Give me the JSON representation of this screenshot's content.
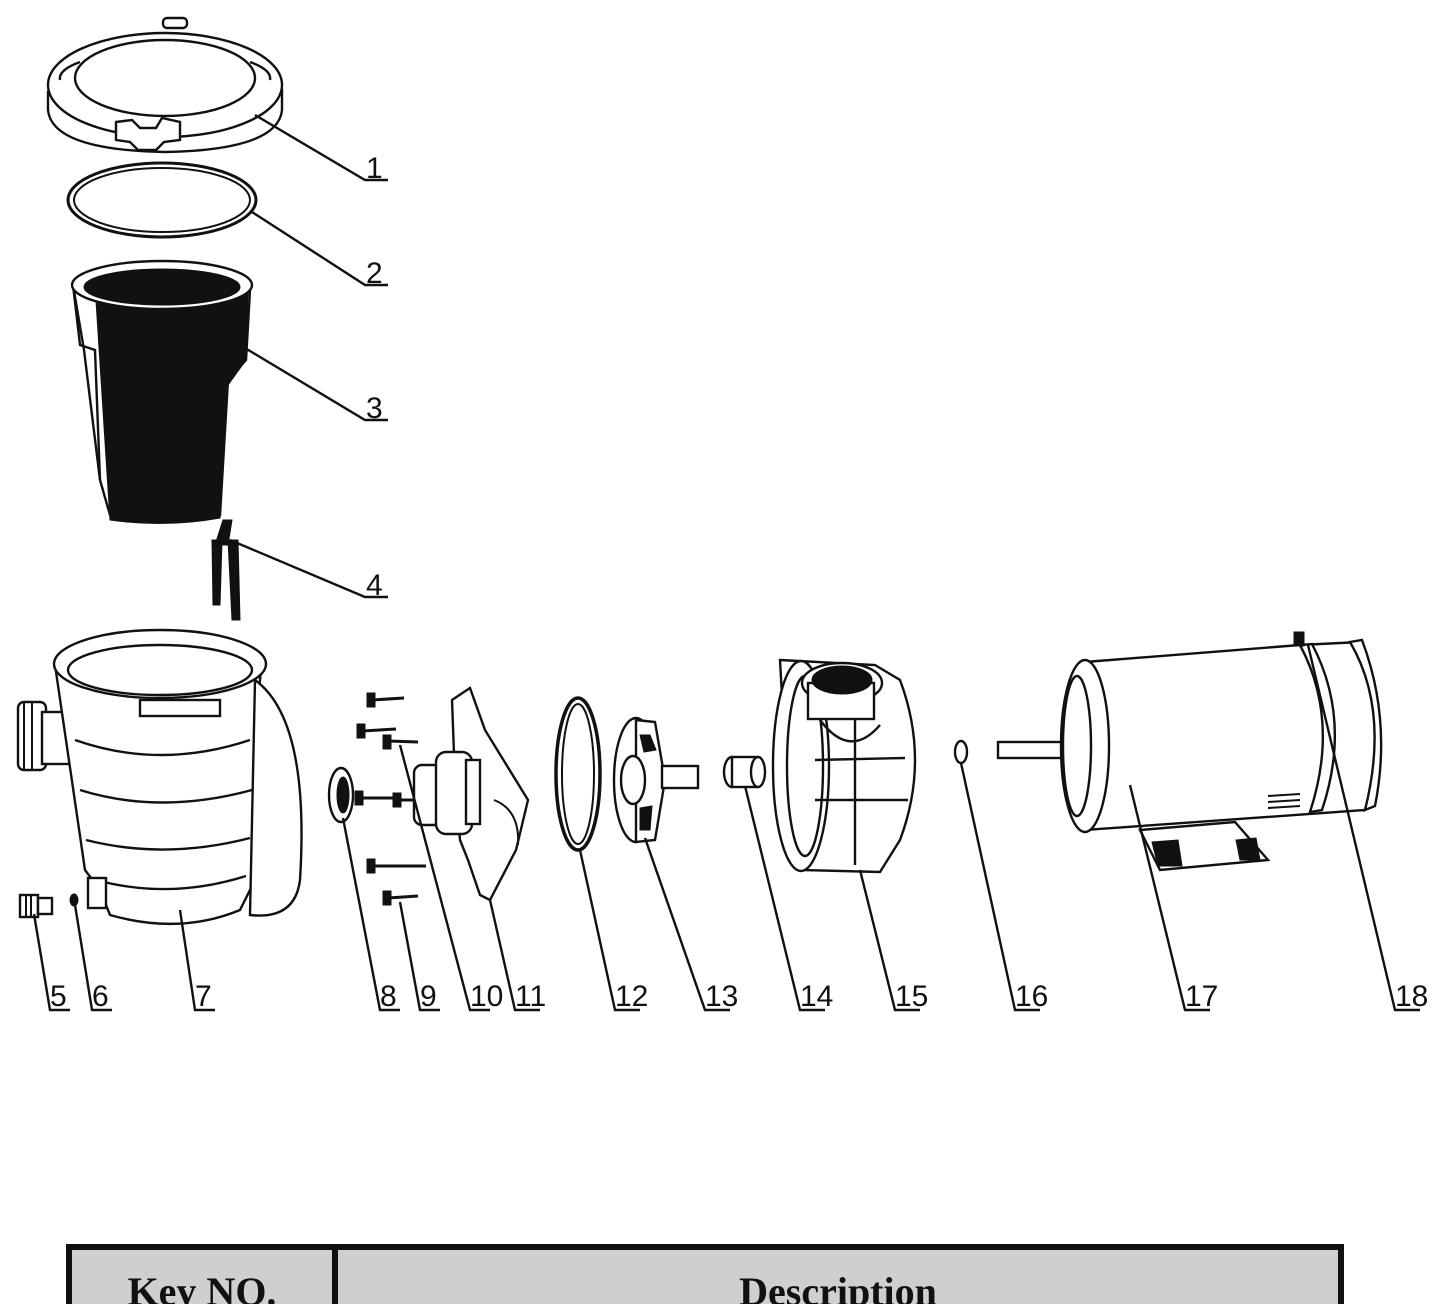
{
  "callouts": [
    "1",
    "2",
    "3",
    "4",
    "5",
    "6",
    "7",
    "8",
    "9",
    "10",
    "11",
    "12",
    "13",
    "14",
    "15",
    "16",
    "17",
    "18"
  ],
  "table": {
    "headers": [
      "Key NO.",
      "Description"
    ]
  }
}
